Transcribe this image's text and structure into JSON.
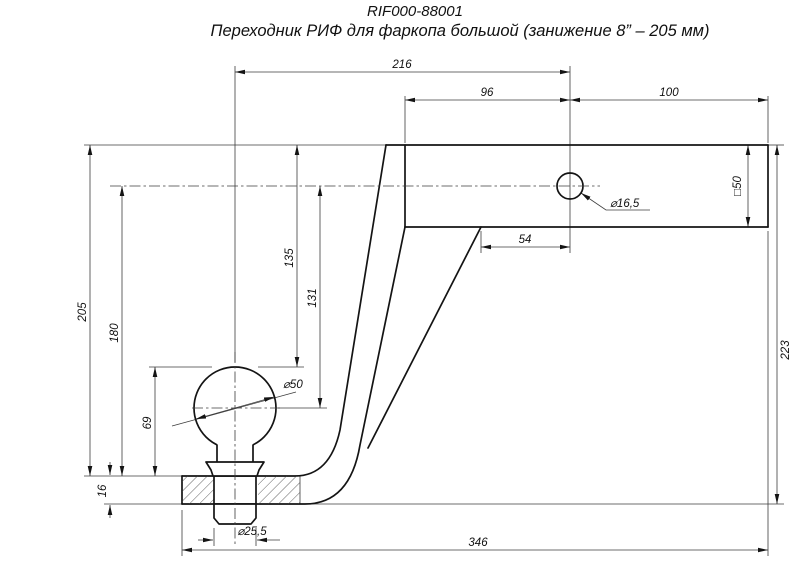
{
  "title": {
    "code": "RIF000-88001",
    "subtitle": "Переходник РИФ для фаркопа большой (занижение 8” – 205 мм)"
  },
  "dimensions": {
    "overall_top": "216",
    "hole_from_left_end": "96",
    "hole_from_right_end": "100",
    "hole_offset": "54",
    "hole_diameter": "⌀16,5",
    "tube_section": "□50",
    "right_height": "223",
    "drop_total": "205",
    "axis_to_platform": "180",
    "top_to_ball_top": "135",
    "axis_to_ball_center": "131",
    "ball_height": "69",
    "plate_thickness": "16",
    "ball_diameter": "⌀50",
    "stud_diameter": "⌀25,5",
    "overall_length": "346"
  }
}
